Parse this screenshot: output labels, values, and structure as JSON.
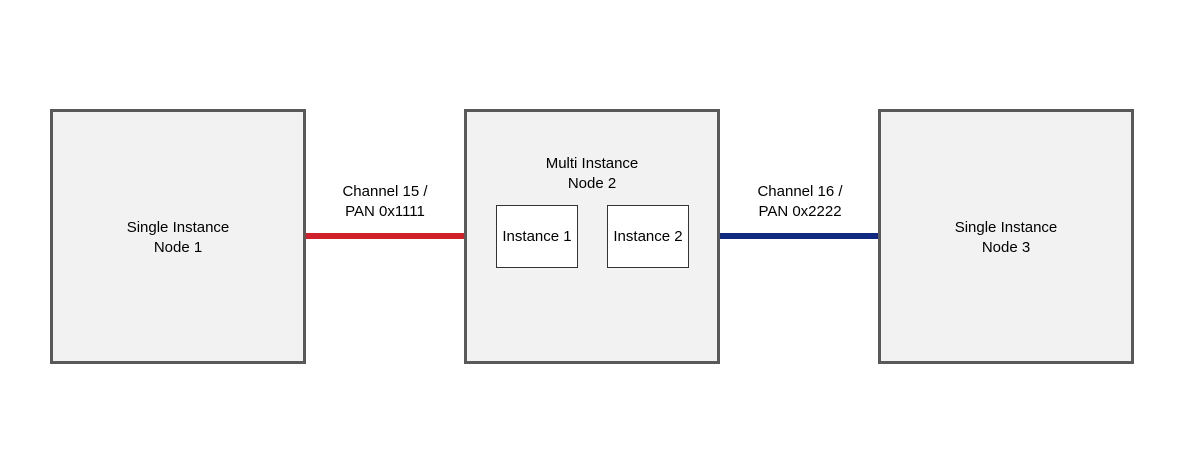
{
  "diagram": {
    "nodes": [
      {
        "id": "node-1",
        "lines": [
          "Single Instance",
          "Node 1"
        ]
      },
      {
        "id": "node-2",
        "lines": [
          "Multi Instance",
          "Node 2"
        ]
      },
      {
        "id": "node-3",
        "lines": [
          "Single Instance",
          "Node 3"
        ]
      }
    ],
    "instances": [
      {
        "label": "Instance 1"
      },
      {
        "label": "Instance 2"
      }
    ],
    "links": [
      {
        "lines": [
          "Channel 15 /",
          "PAN 0x1111"
        ],
        "color": "#d0202a"
      },
      {
        "lines": [
          "Channel 16 /",
          "PAN 0x2222"
        ],
        "color": "#0f2a80"
      }
    ],
    "colors": {
      "node_fill": "#f2f2f2",
      "node_border": "#595959",
      "instance_fill": "#ffffff"
    }
  }
}
